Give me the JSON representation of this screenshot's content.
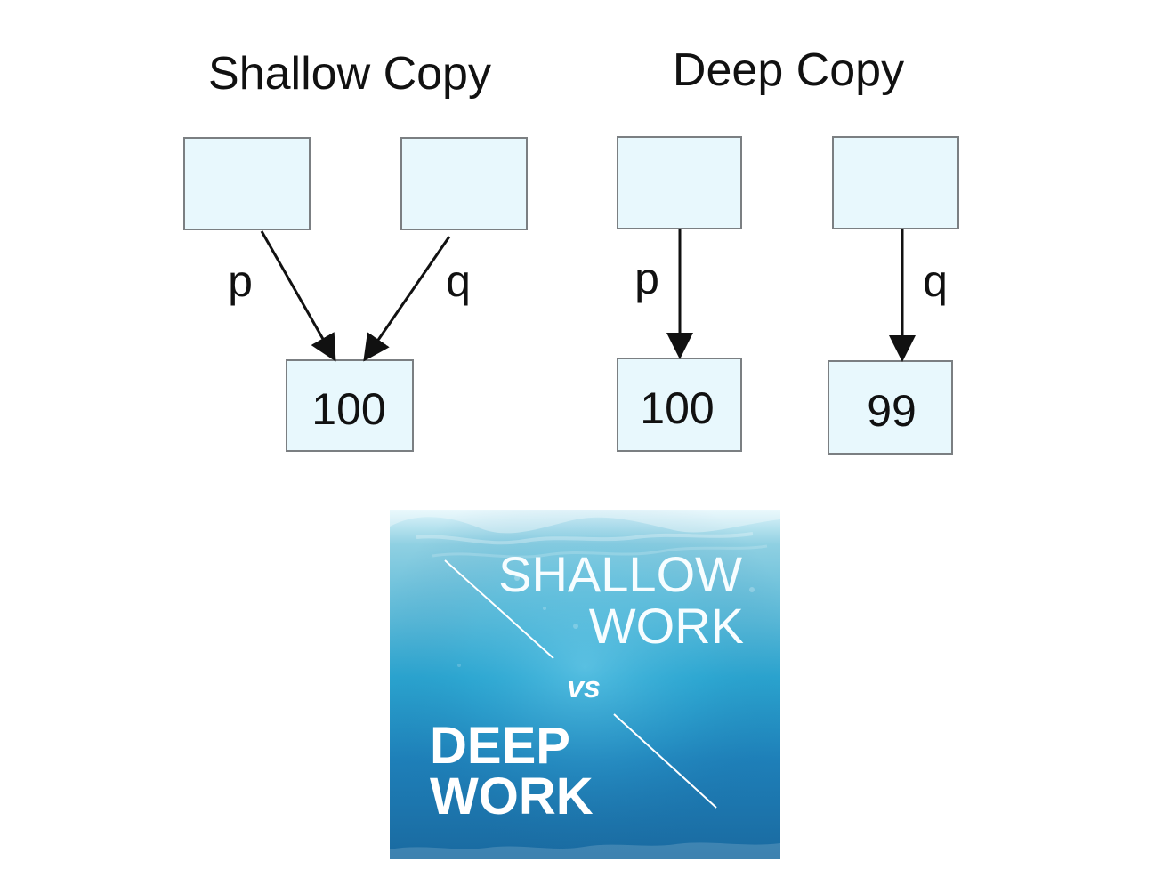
{
  "diagram": {
    "titles": {
      "shallow": "Shallow Copy",
      "deep": "Deep Copy"
    },
    "labels": {
      "shallow_p": "p",
      "shallow_q": "q",
      "deep_p": "p",
      "deep_q": "q"
    },
    "values": {
      "shallow_target": "100",
      "deep_left_target": "100",
      "deep_right_target": "99"
    }
  },
  "banner": {
    "shallow_line1": "SHALLOW",
    "shallow_line2": "WORK",
    "vs": "vs",
    "deep_line1": "DEEP",
    "deep_line2": "WORK"
  },
  "colors": {
    "box_fill": "#e8f8fd",
    "box_stroke": "#7b7f82",
    "arrow": "#111111",
    "banner_top": "#dff5fb",
    "banner_mid": "#2aa4cf",
    "banner_bottom": "#1a6aa0"
  }
}
